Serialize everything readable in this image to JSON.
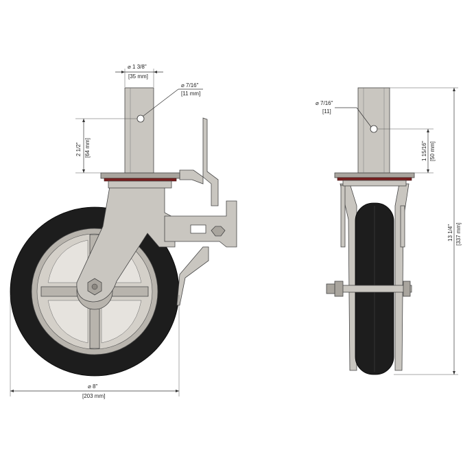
{
  "dimensions": {
    "stem_diameter": {
      "imperial": "⌀ 1 3/8\"",
      "metric": "[35 mm]"
    },
    "stem_hole_side": {
      "imperial": "⌀ 7/16\"",
      "metric": "[11 mm]"
    },
    "stem_hole_height": {
      "imperial": "2 1/2\"",
      "metric": "[64 mm]"
    },
    "wheel_diameter": {
      "imperial": "⌀ 8\"",
      "metric": "[203 mm]"
    },
    "stem_hole_front": {
      "imperial": "⌀ 7/16\"",
      "metric": "[11]"
    },
    "front_hole_height": {
      "imperial": "1 15/16\"",
      "metric": "[50 mm]"
    },
    "overall_height": {
      "imperial": "13 1/4\"",
      "metric": "[337 mm]"
    }
  },
  "colors": {
    "steel": "#c9c6c0",
    "rubber": "#1d1d1d",
    "gasket": "#7a2020"
  }
}
